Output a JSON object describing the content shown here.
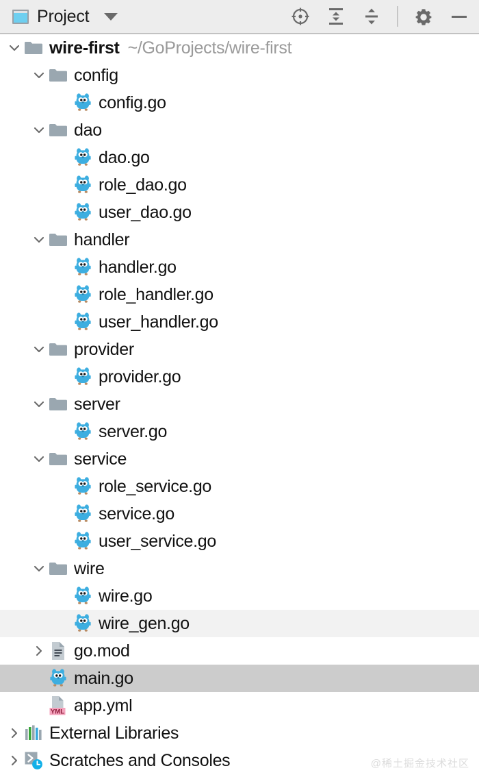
{
  "toolbar": {
    "project_label": "Project",
    "project_icon": "project-window-icon",
    "dropdown_icon": "chevron-down-icon",
    "actions": [
      {
        "name": "locate-icon",
        "title": "Select Opened File"
      },
      {
        "name": "expand-all-icon",
        "title": "Expand All"
      },
      {
        "name": "collapse-all-icon",
        "title": "Collapse All"
      },
      {
        "name": "separator",
        "title": ""
      },
      {
        "name": "gear-icon",
        "title": "Settings"
      },
      {
        "name": "minimize-icon",
        "title": "Hide"
      }
    ]
  },
  "tree": {
    "rows": [
      {
        "label": "wire-first",
        "path": "~/GoProjects/wire-first",
        "icon": "folder-icon",
        "twisty": "expanded",
        "depth": 0,
        "bold": true,
        "state": "none"
      },
      {
        "label": "config",
        "path": "",
        "icon": "folder-icon",
        "twisty": "expanded",
        "depth": 1,
        "bold": false,
        "state": "none"
      },
      {
        "label": "config.go",
        "path": "",
        "icon": "go-file-icon",
        "twisty": "none",
        "depth": 2,
        "bold": false,
        "state": "none"
      },
      {
        "label": "dao",
        "path": "",
        "icon": "folder-icon",
        "twisty": "expanded",
        "depth": 1,
        "bold": false,
        "state": "none"
      },
      {
        "label": "dao.go",
        "path": "",
        "icon": "go-file-icon",
        "twisty": "none",
        "depth": 2,
        "bold": false,
        "state": "none"
      },
      {
        "label": "role_dao.go",
        "path": "",
        "icon": "go-file-icon",
        "twisty": "none",
        "depth": 2,
        "bold": false,
        "state": "none"
      },
      {
        "label": "user_dao.go",
        "path": "",
        "icon": "go-file-icon",
        "twisty": "none",
        "depth": 2,
        "bold": false,
        "state": "none"
      },
      {
        "label": "handler",
        "path": "",
        "icon": "folder-icon",
        "twisty": "expanded",
        "depth": 1,
        "bold": false,
        "state": "none"
      },
      {
        "label": "handler.go",
        "path": "",
        "icon": "go-file-icon",
        "twisty": "none",
        "depth": 2,
        "bold": false,
        "state": "none"
      },
      {
        "label": "role_handler.go",
        "path": "",
        "icon": "go-file-icon",
        "twisty": "none",
        "depth": 2,
        "bold": false,
        "state": "none"
      },
      {
        "label": "user_handler.go",
        "path": "",
        "icon": "go-file-icon",
        "twisty": "none",
        "depth": 2,
        "bold": false,
        "state": "none"
      },
      {
        "label": "provider",
        "path": "",
        "icon": "folder-icon",
        "twisty": "expanded",
        "depth": 1,
        "bold": false,
        "state": "none"
      },
      {
        "label": "provider.go",
        "path": "",
        "icon": "go-file-icon",
        "twisty": "none",
        "depth": 2,
        "bold": false,
        "state": "none"
      },
      {
        "label": "server",
        "path": "",
        "icon": "folder-icon",
        "twisty": "expanded",
        "depth": 1,
        "bold": false,
        "state": "none"
      },
      {
        "label": "server.go",
        "path": "",
        "icon": "go-file-icon",
        "twisty": "none",
        "depth": 2,
        "bold": false,
        "state": "none"
      },
      {
        "label": "service",
        "path": "",
        "icon": "folder-icon",
        "twisty": "expanded",
        "depth": 1,
        "bold": false,
        "state": "none"
      },
      {
        "label": "role_service.go",
        "path": "",
        "icon": "go-file-icon",
        "twisty": "none",
        "depth": 2,
        "bold": false,
        "state": "none"
      },
      {
        "label": "service.go",
        "path": "",
        "icon": "go-file-icon",
        "twisty": "none",
        "depth": 2,
        "bold": false,
        "state": "none"
      },
      {
        "label": "user_service.go",
        "path": "",
        "icon": "go-file-icon",
        "twisty": "none",
        "depth": 2,
        "bold": false,
        "state": "none"
      },
      {
        "label": "wire",
        "path": "",
        "icon": "folder-icon",
        "twisty": "expanded",
        "depth": 1,
        "bold": false,
        "state": "none"
      },
      {
        "label": "wire.go",
        "path": "",
        "icon": "go-file-icon",
        "twisty": "none",
        "depth": 2,
        "bold": false,
        "state": "none"
      },
      {
        "label": "wire_gen.go",
        "path": "",
        "icon": "go-file-icon",
        "twisty": "none",
        "depth": 2,
        "bold": false,
        "state": "hovered"
      },
      {
        "label": "go.mod",
        "path": "",
        "icon": "text-file-icon",
        "twisty": "collapsed",
        "depth": 1,
        "bold": false,
        "state": "none"
      },
      {
        "label": "main.go",
        "path": "",
        "icon": "go-file-icon",
        "twisty": "none",
        "depth": 1,
        "bold": false,
        "state": "selected"
      },
      {
        "label": "app.yml",
        "path": "",
        "icon": "yml-file-icon",
        "twisty": "none",
        "depth": 1,
        "bold": false,
        "state": "none"
      },
      {
        "label": "External Libraries",
        "path": "",
        "icon": "libraries-icon",
        "twisty": "collapsed",
        "depth": 0,
        "bold": false,
        "state": "none"
      },
      {
        "label": "Scratches and Consoles",
        "path": "",
        "icon": "scratches-icon",
        "twisty": "collapsed",
        "depth": 0,
        "bold": false,
        "state": "none"
      }
    ]
  },
  "watermark": {
    "text": "@稀土掘金技术社区"
  },
  "colors": {
    "toolbar_bg": "#ededed",
    "selection": "#cccccc",
    "hover": "#f2f2f2",
    "folder": "#9aa7b0",
    "go_blue": "#3daee0",
    "accent_cyan": "#6ecff0",
    "yml_badge": "#f5a3bd",
    "library_green": "#37a639",
    "library_blue": "#35a8dd"
  }
}
